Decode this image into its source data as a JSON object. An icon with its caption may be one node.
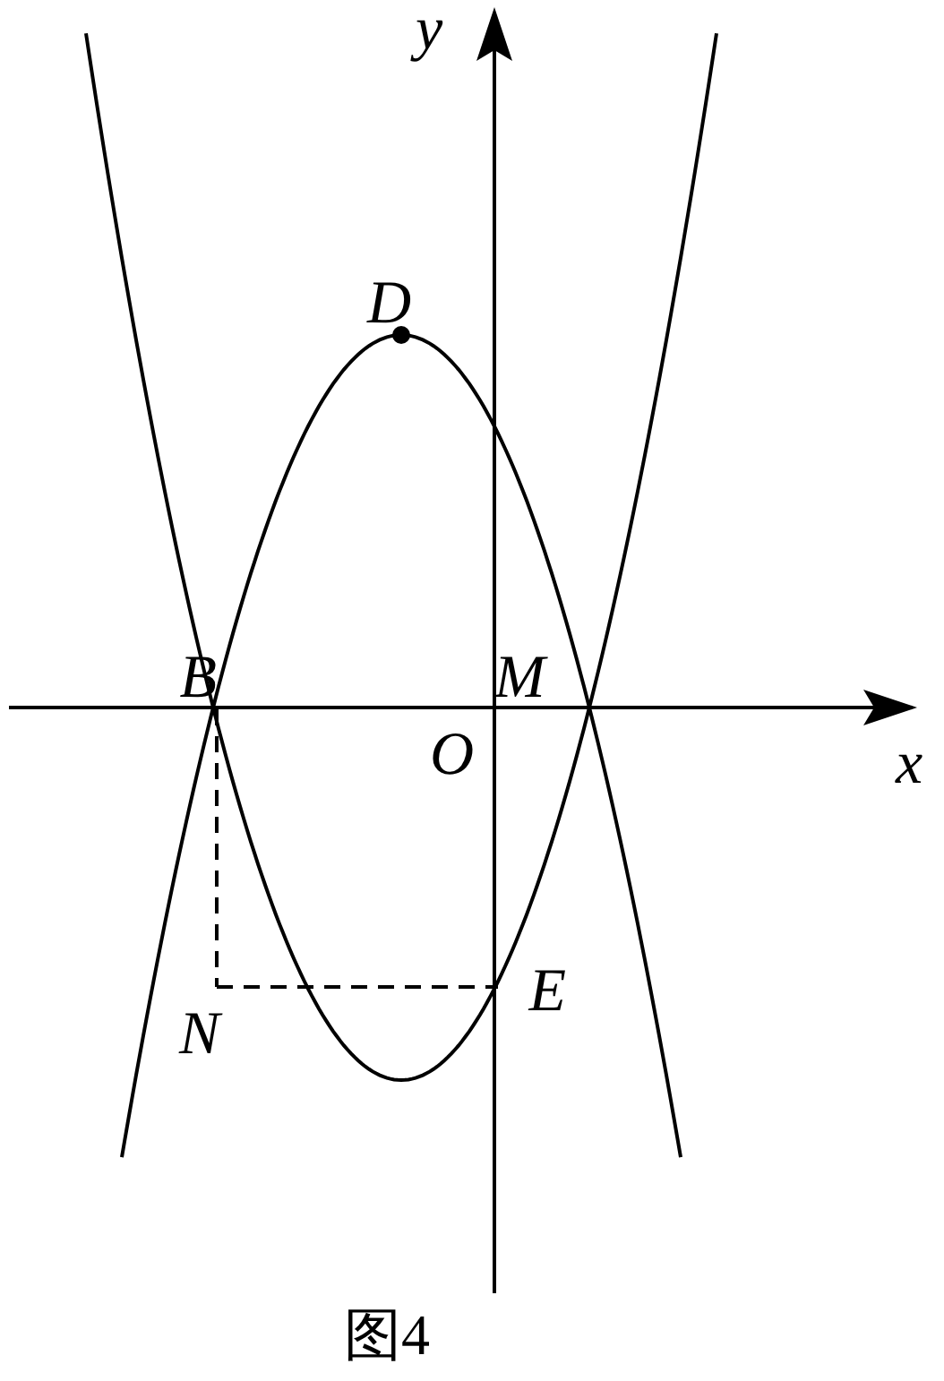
{
  "diagram": {
    "caption": "图4",
    "nodes": [
      {
        "text": [
          "B"
        ]
      },
      {
        "text": [
          "N"
        ]
      },
      {
        "text": [
          "E"
        ]
      }
    ],
    "edges": [
      {
        "from": 0,
        "to": 1,
        "arrow": "none",
        "style": "dashed"
      },
      {
        "from": 1,
        "to": 2,
        "arrow": "none",
        "style": "dashed"
      }
    ],
    "labels": [
      "y",
      "D",
      "M",
      "O",
      "x"
    ]
  }
}
